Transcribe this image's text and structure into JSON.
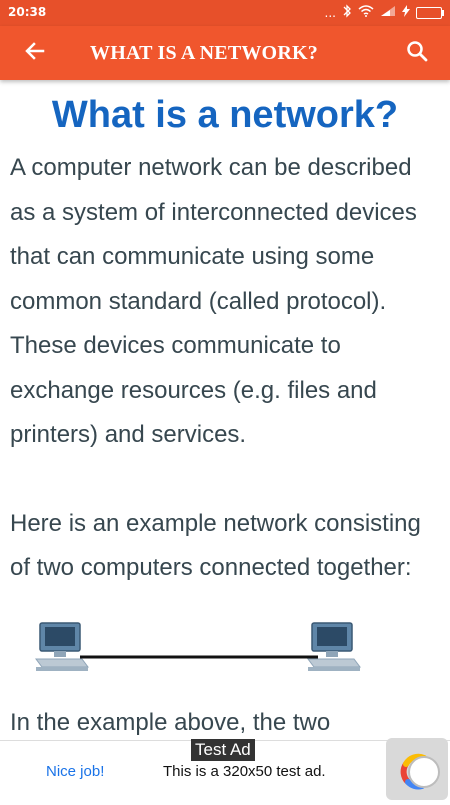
{
  "status_bar": {
    "time": "20:38",
    "indicators": "...",
    "icons": [
      "bluetooth-icon",
      "wifi-icon",
      "signal-icon",
      "charging-icon",
      "battery-icon"
    ]
  },
  "app_bar": {
    "title": "WHAT IS A NETWORK?",
    "back_icon": "arrow-left-icon",
    "search_icon": "search-icon",
    "color": "#f0562d"
  },
  "article": {
    "heading": "What is a network?",
    "paragraph1": "A computer network can be described as a system of interconnected devices that can communicate using some common standard (called protocol). These devices communicate to exchange resources (e.g. files and printers) and services.",
    "paragraph2": "Here is an example network consisting of two computers connected together:",
    "diagram": {
      "nodes": [
        "computer-icon",
        "computer-icon"
      ],
      "link": "cable"
    },
    "paragraph3": "In the example above, the two"
  },
  "ad": {
    "label": "Test Ad",
    "nice": "Nice job!",
    "text": "This is a 320x50 test ad."
  },
  "colors": {
    "accent": "#f0562d",
    "heading": "#1565c0",
    "body_text": "#37474f"
  }
}
